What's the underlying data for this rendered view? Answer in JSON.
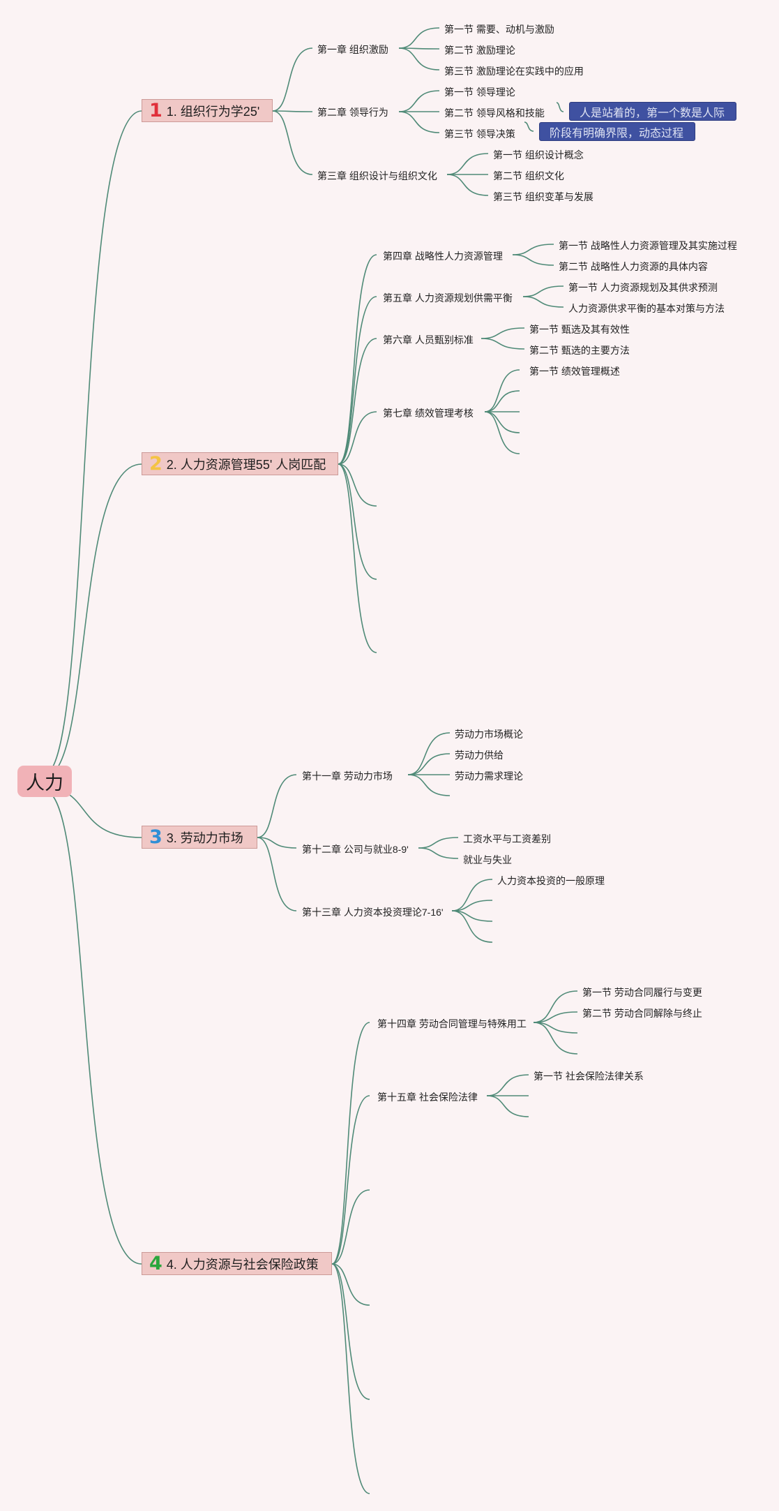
{
  "root": {
    "label": "人力"
  },
  "topics": [
    {
      "num": "1",
      "num_color": "#e0303b",
      "label": "1. 组织行为学25'"
    },
    {
      "num": "2",
      "num_color": "#f4c343",
      "label": "2. 人力资源管理55' 人岗匹配"
    },
    {
      "num": "3",
      "num_color": "#2f8fd6",
      "label": "3. 劳动力市场"
    },
    {
      "num": "4",
      "num_color": "#2aa63c",
      "label": "4. 人力资源与社会保险政策"
    }
  ],
  "chapters": {
    "c1": "第一章 组织激励",
    "c2": "第二章 领导行为",
    "c3": "第三章 组织设计与组织文化",
    "c4": "第四章 战略性人力资源管理",
    "c5": "第五章 人力资源规划供需平衡",
    "c6": "第六章 人员甄别标准",
    "c7": "第七章 绩效管理考核",
    "c11": "第十一章 劳动力市场",
    "c12": "第十二章 公司与就业8-9'",
    "c13": "第十三章 人力资本投资理论7-16'",
    "c14": "第十四章 劳动合同管理与特殊用工",
    "c15": "第十五章 社会保险法律"
  },
  "sections": {
    "s1_1": "第一节 需要、动机与激励",
    "s1_2": "第二节 激励理论",
    "s1_3": "第三节 激励理论在实践中的应用",
    "s2_1": "第一节 领导理论",
    "s2_2": "第二节 领导风格和技能",
    "s2_3": "第三节 领导决策",
    "s3_1": "第一节 组织设计概念",
    "s3_2": "第二节 组织文化",
    "s3_3": "第三节 组织变革与发展",
    "s4_1": "第一节 战略性人力资源管理及其实施过程",
    "s4_2": "第二节 战略性人力资源的具体内容",
    "s5_1": "第一节 人力资源规划及其供求预测",
    "s5_2": "人力资源供求平衡的基本对策与方法",
    "s6_1": "第一节 甄选及其有效性",
    "s6_2": "第二节 甄选的主要方法",
    "s7_1": "第一节 绩效管理概述",
    "s11_1": "劳动力市场概论",
    "s11_2": "劳动力供给",
    "s11_3": "劳动力需求理论",
    "s12_1": "工资水平与工资差别",
    "s12_2": "就业与失业",
    "s13_1": "人力资本投资的一般原理",
    "s14_1": "第一节 劳动合同履行与变更",
    "s14_2": "第二节 劳动合同解除与终止",
    "s15_1": "第一节 社会保险法律关系"
  },
  "callouts": {
    "style_note": "人是站着的，第一个数是人际",
    "decision_note": "阶段有明确界限，动态过程"
  },
  "colors": {
    "background": "#fbf3f4",
    "line": "#4f8a77",
    "root_fill": "#f1b2b7",
    "topic_fill": "#f0c8c6",
    "callout_fill": "#3f51a1"
  }
}
